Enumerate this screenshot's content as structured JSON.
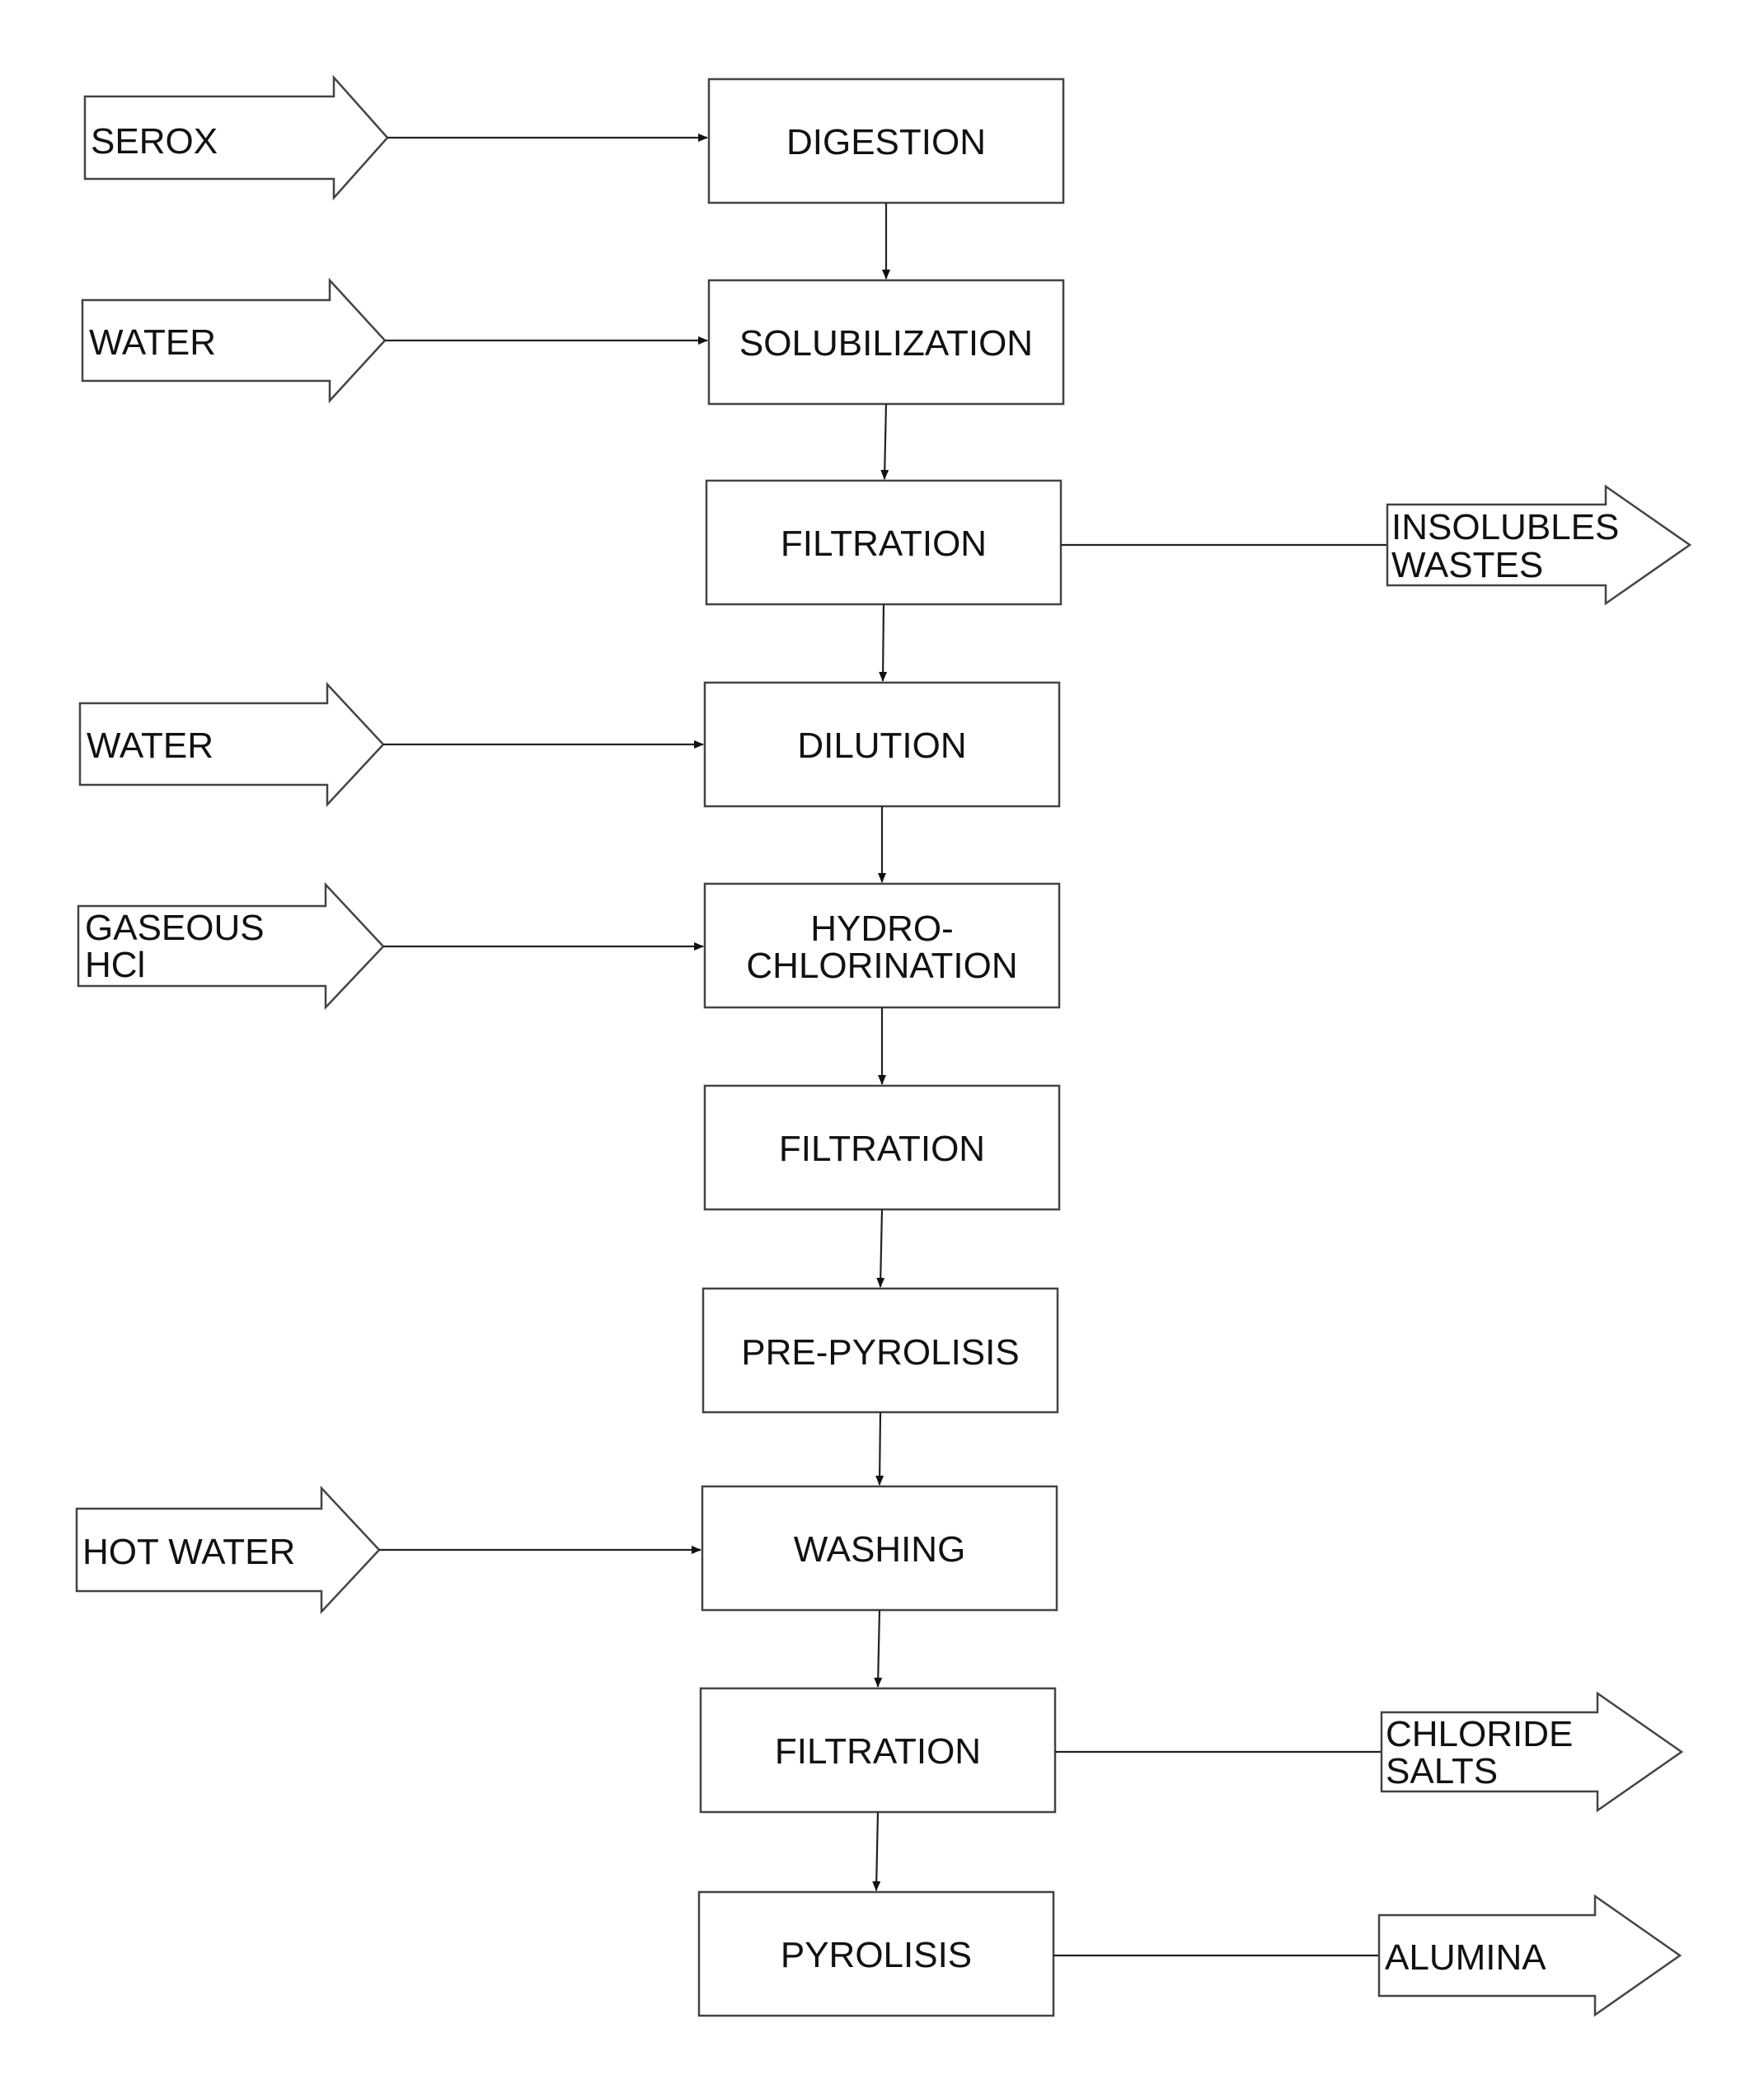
{
  "steps": {
    "digestion": "DIGESTION",
    "solubilization": "SOLUBILIZATION",
    "filtration_1": "FILTRATION",
    "dilution": "DILUTION",
    "hydrochlorination_line1": "HYDRO-",
    "hydrochlorination_line2": "CHLORINATION",
    "filtration_2": "FILTRATION",
    "pre_pyrolisis": "PRE-PYROLISIS",
    "washing": "WASHING",
    "filtration_3": "FILTRATION",
    "pyrolisis": "PYROLISIS"
  },
  "inputs": {
    "serox": "SEROX",
    "water_1": "WATER",
    "water_2": "WATER",
    "gaseous_hcl_line1": "GASEOUS",
    "gaseous_hcl_line2": "HCl",
    "hot_water": "HOT WATER"
  },
  "outputs": {
    "insolubles_line1": "INSOLUBLES",
    "insolubles_line2": "WASTES",
    "chloride_line1": "CHLORIDE",
    "chloride_line2": "SALTS",
    "alumina": "ALUMINA"
  }
}
